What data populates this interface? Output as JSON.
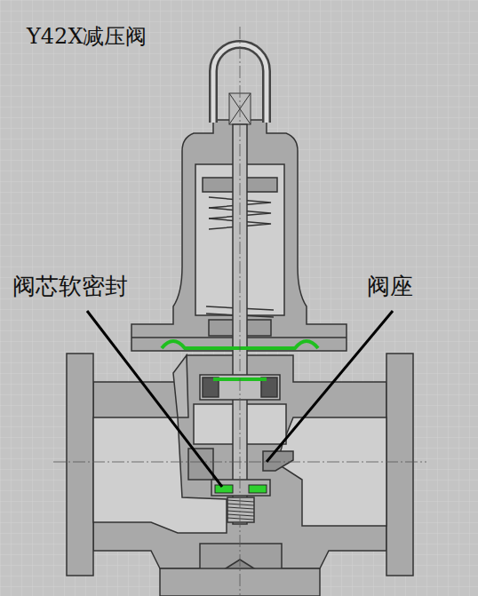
{
  "diagram": {
    "title": "Y42X减压阀",
    "labels": [
      "阀芯软密封",
      "阀座"
    ]
  }
}
